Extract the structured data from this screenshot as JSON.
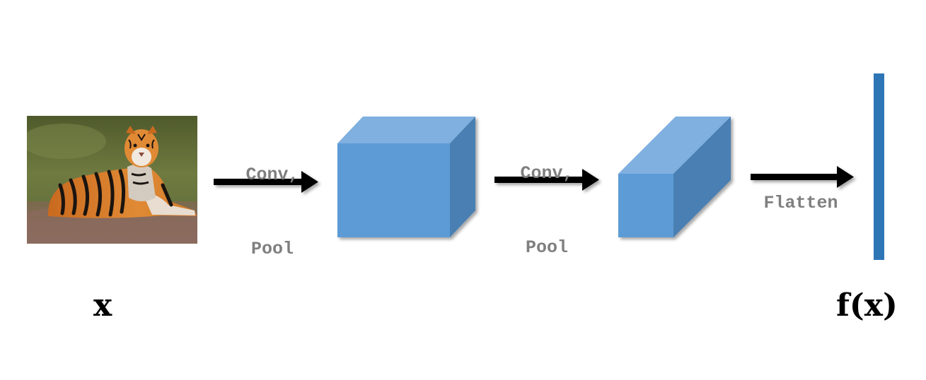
{
  "input": {
    "image": "tiger-photo",
    "label": "x"
  },
  "steps": [
    {
      "label_line1": "Conv,",
      "label_line2": "Pool"
    },
    {
      "label_line1": "Conv,",
      "label_line2": "Pool"
    },
    {
      "label_line1": "Flatten",
      "label_line2": ""
    }
  ],
  "output": {
    "label": "f(x)"
  },
  "colors": {
    "block_front": "#5b9bd5",
    "block_top": "#7fb0df",
    "block_side": "#4a7fb2",
    "output_bar": "#2e75b6",
    "arrow": "#000000",
    "op_label": "#7f7f7f"
  }
}
